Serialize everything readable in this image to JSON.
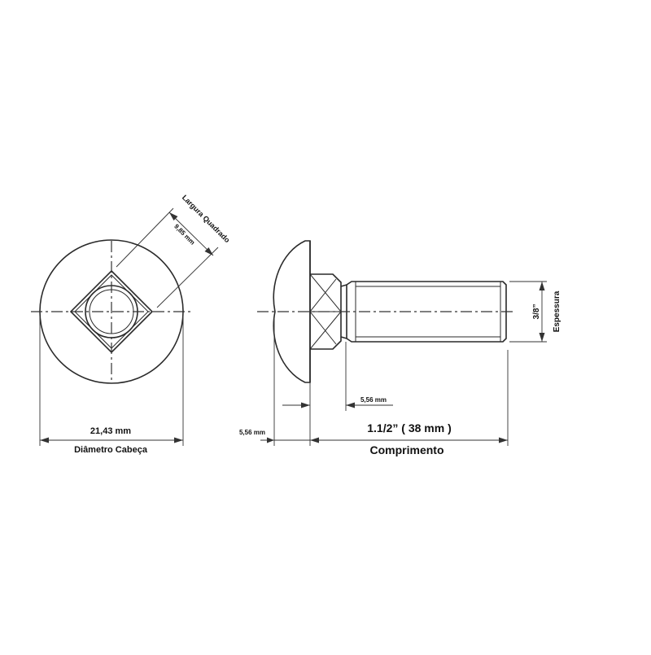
{
  "front_view": {
    "head_diameter_value": "21,43 mm",
    "head_diameter_label": "Diâmetro Cabeça",
    "square_width_value": "9,85 mm",
    "square_width_label": "Largura Quadrado"
  },
  "side_view": {
    "head_height_value": "5,56 mm",
    "neck_length_value": "5,56 mm",
    "length_value": "1.1/2” ( 38 mm )",
    "length_label": "Comprimento",
    "thread_value": "3/8”",
    "thread_label": "Espessura"
  }
}
